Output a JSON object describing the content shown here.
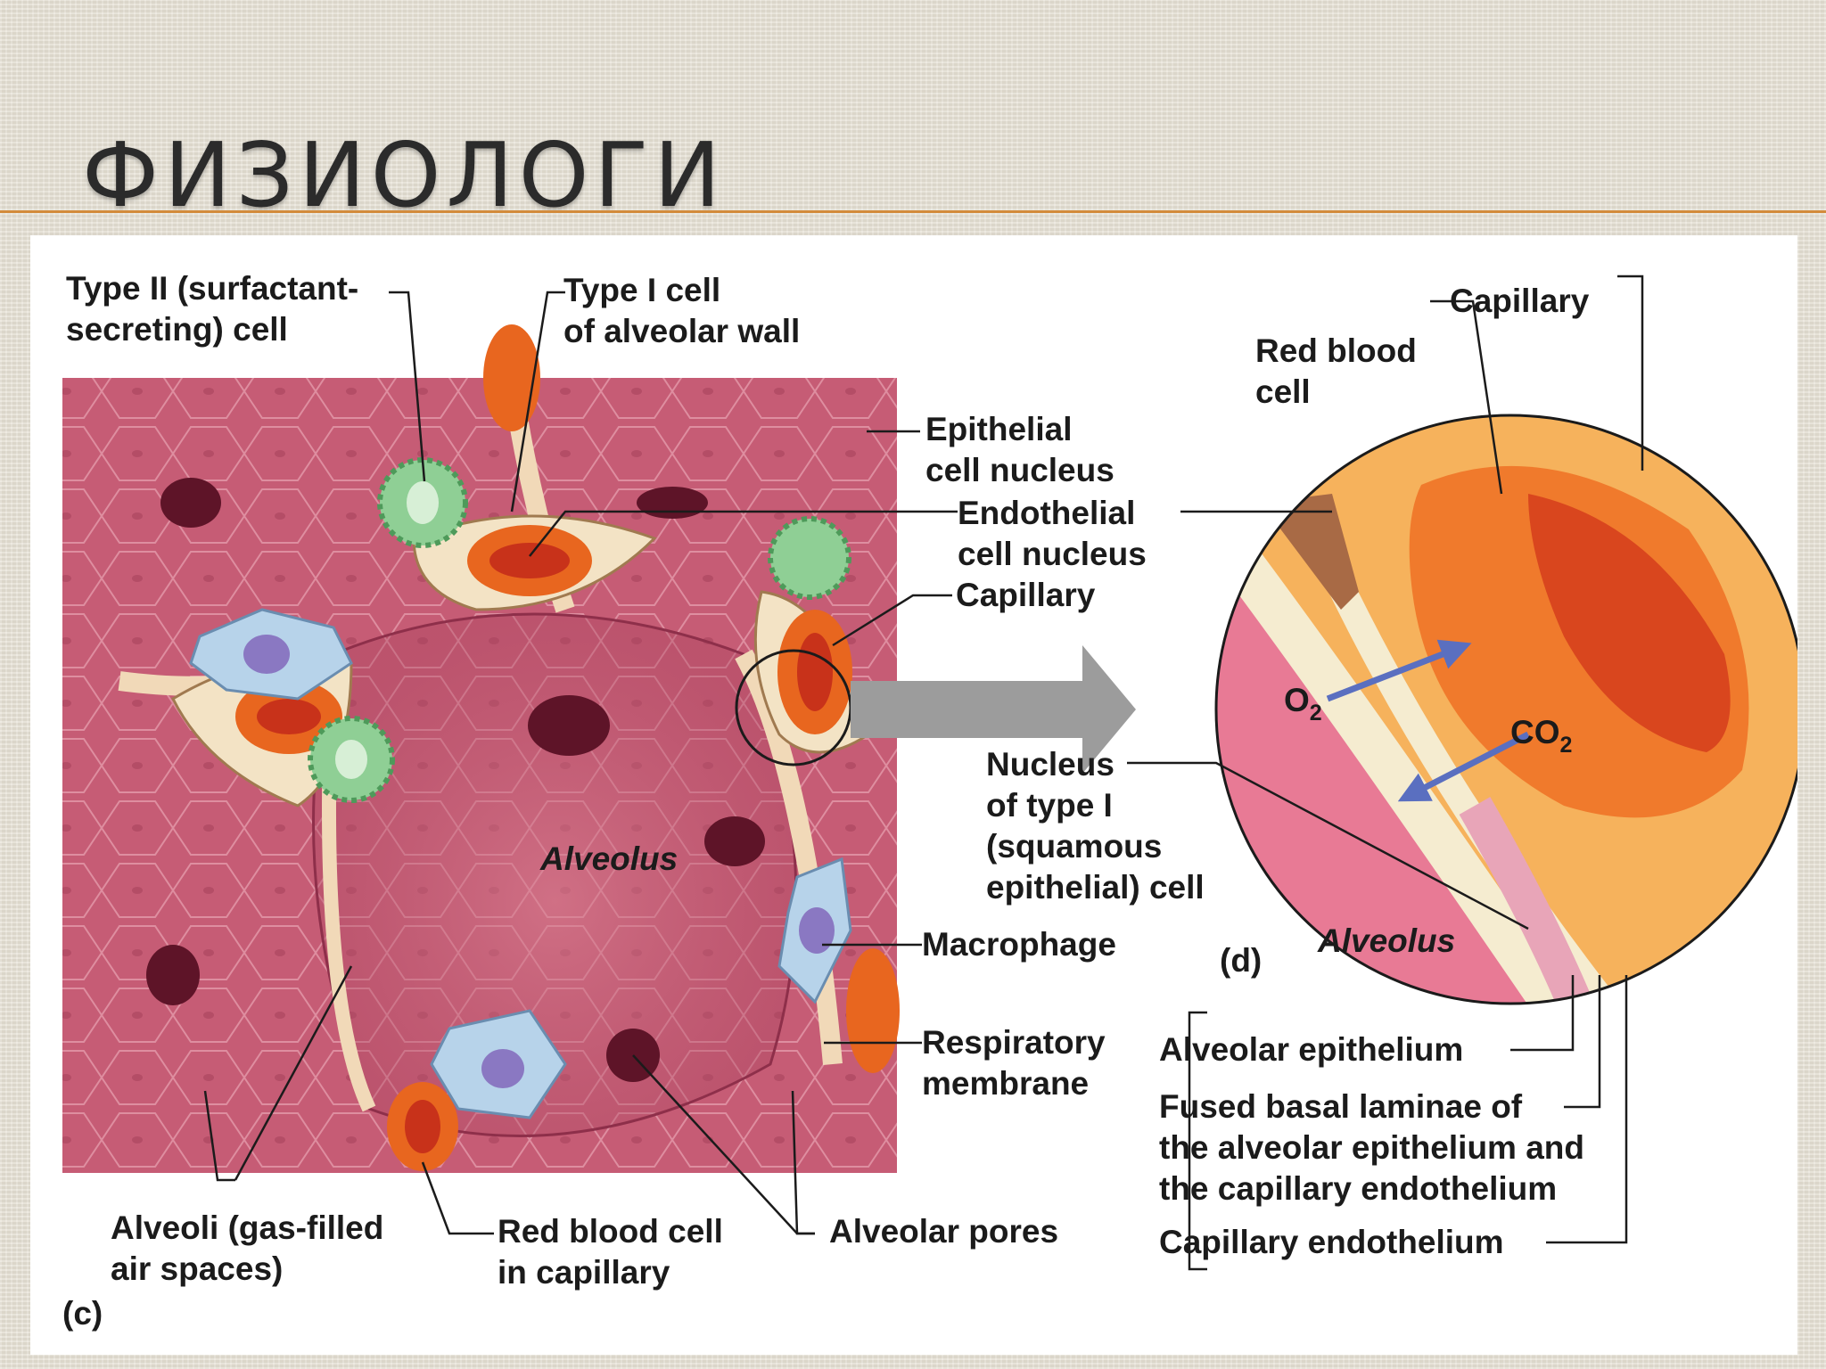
{
  "slide": {
    "title": "ФИЗИОЛОГИ"
  },
  "panel_c": {
    "tag": "(c)",
    "labels": {
      "type2_l1": "Type II (surfactant-",
      "type2_l2": "secreting) cell",
      "type1_l1": "Type I cell",
      "type1_l2": "of alveolar wall",
      "epi_l1": "Epithelial",
      "epi_l2": "cell nucleus",
      "endo_l1": "Endothelial",
      "endo_l2": "cell nucleus",
      "capillary": "Capillary",
      "nuc_l1": "Nucleus",
      "nuc_l2": "of type I",
      "nuc_l3": "(squamous",
      "nuc_l4": "epithelial) cell",
      "macrophage": "Macrophage",
      "resp_l1": "Respiratory",
      "resp_l2": "membrane",
      "alveolus": "Alveolus",
      "alveoli_l1": "Alveoli (gas-filled",
      "alveoli_l2": "air spaces)",
      "rbc_l1": "Red blood cell",
      "rbc_l2": "in capillary",
      "pores": "Alveolar pores"
    }
  },
  "panel_d": {
    "tag": "(d)",
    "labels": {
      "capillary": "Capillary",
      "rbc_l1": "Red blood",
      "rbc_l2": "cell",
      "o2_main": "O",
      "o2_sub": "2",
      "co2_main": "CO",
      "co2_sub": "2",
      "alveolus": "Alveolus",
      "alv_epi": "Alveolar epithelium",
      "fused_l1": "Fused basal laminae of",
      "fused_l2": "the alveolar epithelium and",
      "fused_l3": "the capillary endothelium",
      "cap_endo": "Capillary endothelium"
    }
  },
  "colors": {
    "title_rule": "#d38b3b",
    "tissue": "#c85a73",
    "capillary_orange": "#f0a050",
    "rbc_red": "#e2401c",
    "type2_green": "#8fcf95",
    "macrophage_blue": "#b7d3ea",
    "gas_arrow": "#5a6fc0"
  }
}
